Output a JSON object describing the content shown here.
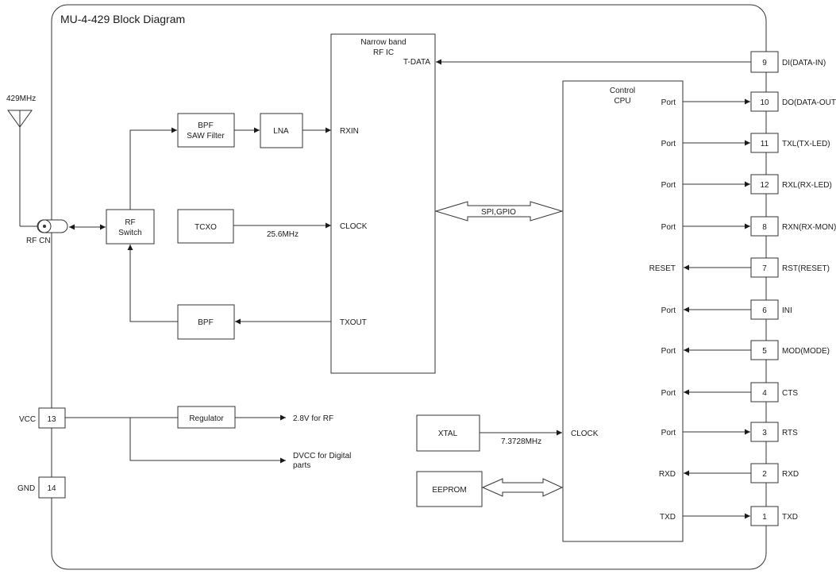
{
  "title": "MU-4-429 Block Diagram",
  "antenna": {
    "label": "429MHz"
  },
  "rf_cn": {
    "label": "RF CN"
  },
  "rf_switch": {
    "line1": "RF",
    "line2": "Switch"
  },
  "bpf_saw": {
    "line1": "BPF",
    "line2": "SAW Filter"
  },
  "lna": {
    "label": "LNA"
  },
  "tcxo": {
    "label": "TCXO",
    "freq": "25.6MHz"
  },
  "bpf_tx": {
    "label": "BPF"
  },
  "rf_ic": {
    "line1": "Narrow band",
    "line2": "RF IC",
    "tdata": "T-DATA",
    "rxin": "RXIN",
    "clock": "CLOCK",
    "txout": "TXOUT"
  },
  "bus": {
    "label": "SPI,GPIO"
  },
  "cpu": {
    "line1": "Control",
    "line2": "CPU",
    "clock": "CLOCK"
  },
  "xtal": {
    "label": "XTAL",
    "freq": "7.3728MHz"
  },
  "eeprom": {
    "label": "EEPROM"
  },
  "regulator": {
    "label": "Regulator",
    "out1": "2.8V for RF",
    "out2a": "DVCC for Digital",
    "out2b": "parts"
  },
  "power_pins": [
    {
      "num": "13",
      "label": "VCC"
    },
    {
      "num": "14",
      "label": "GND"
    }
  ],
  "pins": [
    {
      "num": "9",
      "name": "DI(DATA-IN)",
      "cpu": ""
    },
    {
      "num": "10",
      "name": "DO(DATA-OUT)",
      "cpu": "Port"
    },
    {
      "num": "11",
      "name": "TXL(TX-LED)",
      "cpu": "Port"
    },
    {
      "num": "12",
      "name": "RXL(RX-LED)",
      "cpu": "Port"
    },
    {
      "num": "8",
      "name": "RXN(RX-MON)",
      "cpu": "Port"
    },
    {
      "num": "7",
      "name": "RST(RESET)",
      "cpu": "RESET"
    },
    {
      "num": "6",
      "name": "INI",
      "cpu": "Port"
    },
    {
      "num": "5",
      "name": "MOD(MODE)",
      "cpu": "Port"
    },
    {
      "num": "4",
      "name": "CTS",
      "cpu": "Port"
    },
    {
      "num": "3",
      "name": "RTS",
      "cpu": "Port"
    },
    {
      "num": "2",
      "name": "RXD",
      "cpu": "RXD"
    },
    {
      "num": "1",
      "name": "TXD",
      "cpu": "TXD"
    }
  ]
}
